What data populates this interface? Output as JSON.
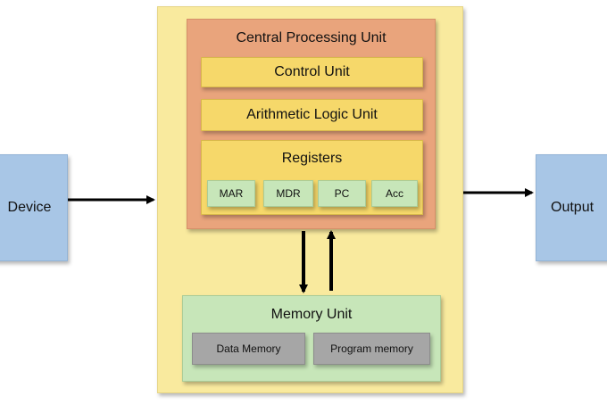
{
  "input": {
    "label": "Device"
  },
  "output": {
    "label": "Output"
  },
  "cpu": {
    "title": "Central Processing Unit",
    "control_unit": "Control Unit",
    "alu": "Arithmetic Logic Unit",
    "registers": {
      "title": "Registers",
      "items": [
        "MAR",
        "MDR",
        "PC",
        "Acc"
      ]
    }
  },
  "memory": {
    "title": "Memory Unit",
    "items": [
      "Data Memory",
      "Program memory"
    ]
  },
  "colors": {
    "io": "#a8c6e6",
    "system": "#f9ea9e",
    "cpu": "#e9a47c",
    "unit": "#f6d86a",
    "register": "#c7e6b9",
    "memory_cell": "#a6a6a6",
    "arrow": "#000000"
  }
}
